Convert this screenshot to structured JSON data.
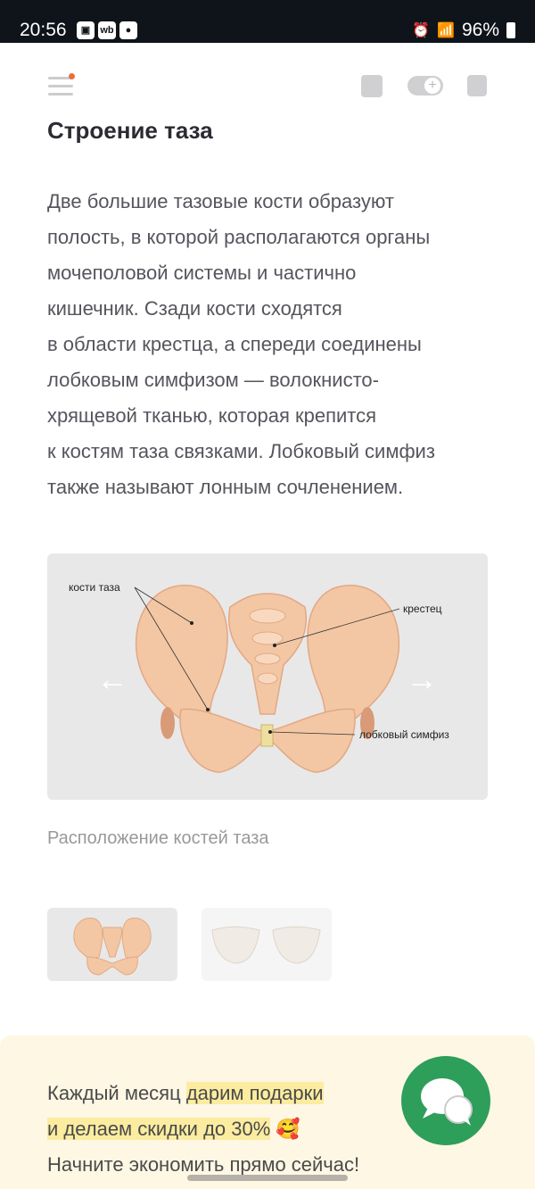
{
  "status_bar": {
    "time": "20:56",
    "battery": "96%",
    "wb_icon": "wb"
  },
  "article": {
    "title": "Строение таза",
    "paragraph": "Две большие тазовые кости образуют полость, в которой располагаются органы мочеполовой системы и частично кишечник. Сзади кости сходятся в области крестца, а спереди соединены лобковым симфизом — волокнисто-хрящевой тканью, которая крепится к костям таза связками. Лобковый симфиз также называют лонным сочленением.",
    "paragraph_lines": [
      "Две большие тазовые кости образуют",
      "полость, в которой располагаются органы",
      "мочеполовой системы и частично",
      "кишечник. Сзади кости сходятся",
      "в области крестца, а спереди соединены",
      "лобковым симфизом — волокнисто-",
      "хрящевой тканью, которая крепится",
      "к костям таза связками. Лобковый симфиз",
      "также называют лонным сочленением."
    ]
  },
  "figure": {
    "labels": {
      "pelvic_bones": "кости таза",
      "sacrum": "крестец",
      "symphysis": "лобковый симфиз"
    },
    "caption": "Расположение костей таза",
    "prev_icon": "arrow-left-icon",
    "next_icon": "arrow-right-icon"
  },
  "promo": {
    "line1_plain": "Каждый месяц ",
    "line1_highlight": "дарим подарки",
    "line2_highlight": "и делаем скидки до 30%",
    "line2_emoji": "🥰",
    "line3": "Начните экономить прямо сейчас!"
  },
  "colors": {
    "accent_dot": "#e8703a",
    "chat_green": "#2e9e5b",
    "highlight": "#fbeca0",
    "bone": "#f3c7a4"
  }
}
